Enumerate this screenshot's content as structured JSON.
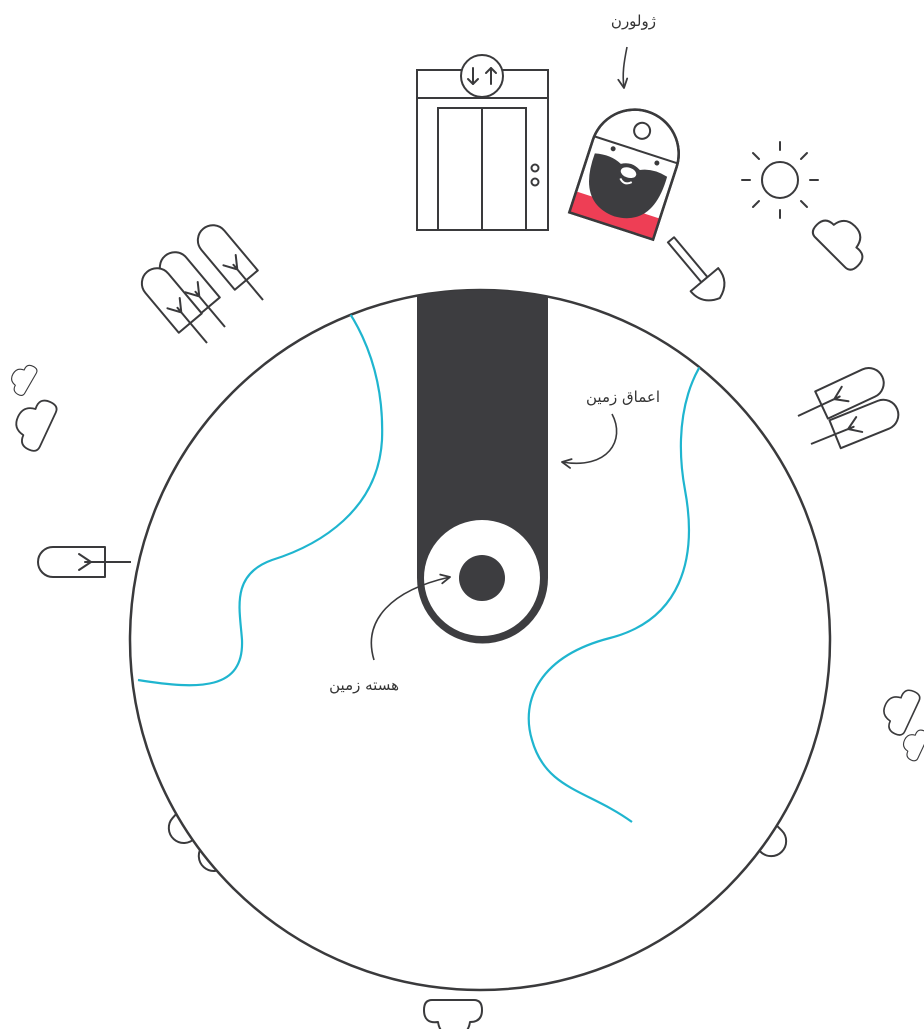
{
  "labels": {
    "explorer": "ژولورن",
    "earth_depth": "اعماق زمین",
    "earth_core": "هسته زمین"
  },
  "colors": {
    "line": "#3a3a3c",
    "shaft": "#3d3d40",
    "water": "#1fb5cf",
    "shirt": "#ee3e55",
    "background": "#ffffff"
  },
  "icons": [
    "elevator-icon",
    "arrow-down-icon",
    "arrow-up-icon",
    "explorer-figure",
    "shovel-icon",
    "sun-icon",
    "cloud-icon",
    "tree-icon"
  ]
}
